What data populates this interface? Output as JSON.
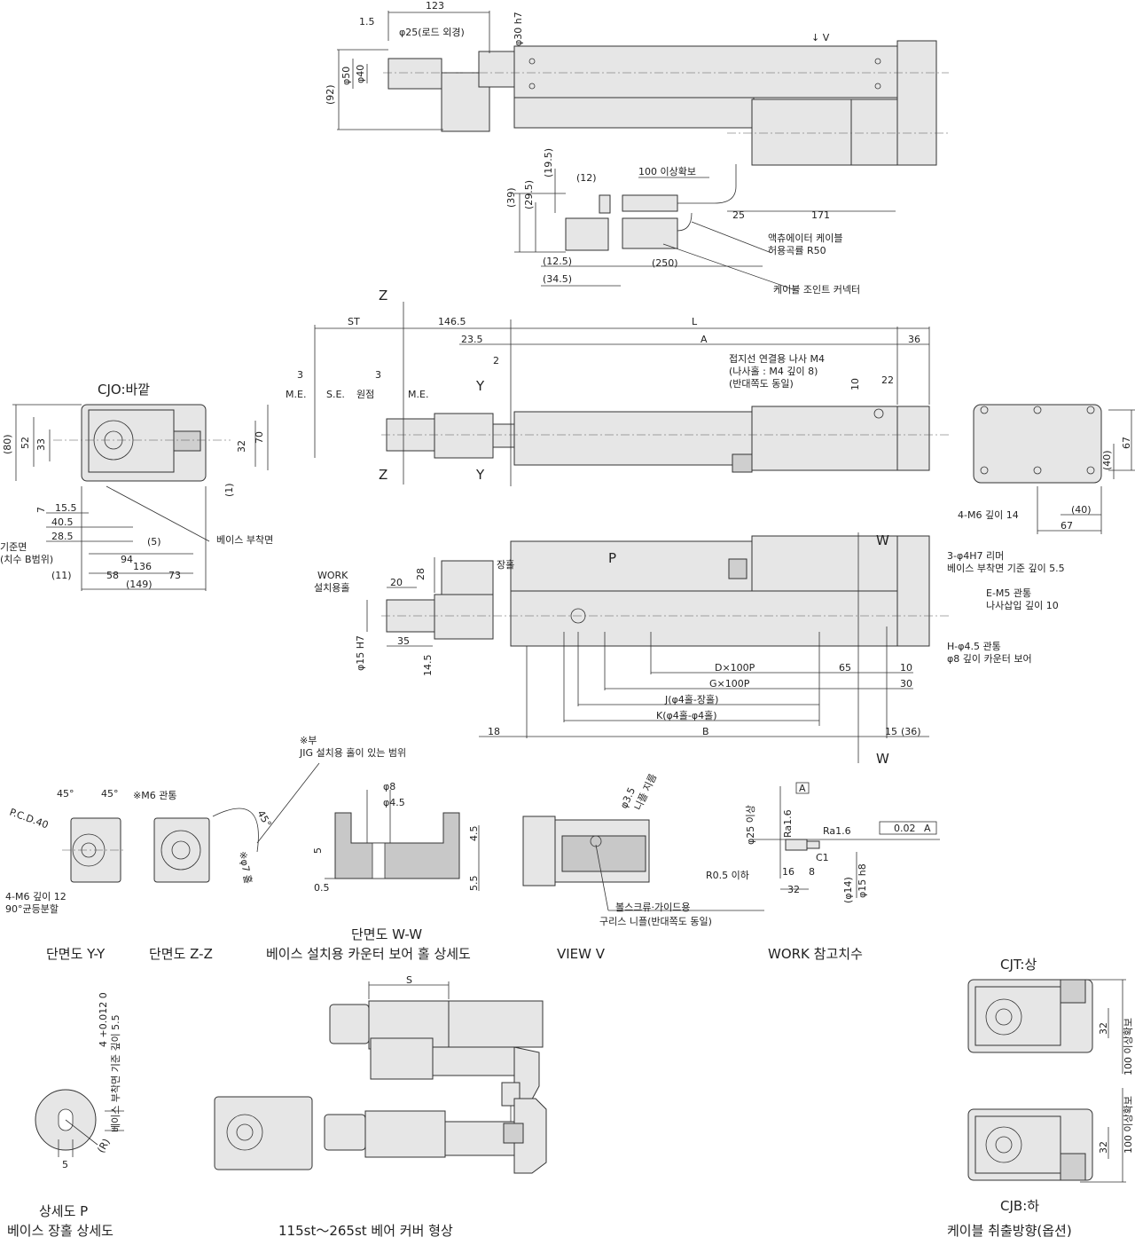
{
  "views": {
    "top_view": {
      "dims": [
        "123",
        "1.5",
        "φ25(로드 외경)",
        "φ30 h7",
        "φ50",
        "φ40",
        "(92)",
        "↓ V"
      ]
    },
    "cable_detail": {
      "dims": [
        "(19.5)",
        "(12)",
        "(39)",
        "(29.5)",
        "(12.5)",
        "(34.5)",
        "(250)",
        "100 이상확보",
        "25",
        "171"
      ],
      "notes": [
        "액츄에이터 케이블",
        "허용곡률 R50",
        "케이블 조인트 커넥터"
      ]
    },
    "side_view": {
      "dims": [
        "ST",
        "146.5",
        "L",
        "23.5",
        "A",
        "36",
        "3",
        "3",
        "2",
        "10",
        "22"
      ],
      "markers": [
        "Z",
        "Z",
        "Y",
        "Y",
        "M.E.",
        "S.E.",
        "원점",
        "M.E."
      ],
      "notes": [
        "접지선 연결용 나사 M4",
        "(나사홀 : M4 깊이 8)",
        "(반대쪽도 동일)"
      ]
    },
    "cjo_view": {
      "title": "CJO:바깥",
      "dims": [
        "(80)",
        "52",
        "33",
        "32",
        "70",
        "(1)",
        "7",
        "15.5",
        "40.5",
        "28.5",
        "(5)",
        "94",
        "58",
        "73",
        "(11)",
        "136",
        "(149)"
      ],
      "notes": [
        "기준면",
        "(치수 B범위)",
        "베이스 부착면"
      ]
    },
    "end_view": {
      "dims": [
        "67",
        "(40)",
        "(40)",
        "67"
      ],
      "notes": [
        "4-M6 깊이 14"
      ]
    },
    "plan_view": {
      "dims": [
        "20",
        "28",
        "35",
        "φ15 H7",
        "14.5",
        "D×100P",
        "65",
        "10",
        "G×100P",
        "30",
        "J(φ4홀-장홀)",
        "K(φ4홀-φ4홀)",
        "18",
        "B",
        "15",
        "(36)",
        "W",
        "W",
        "P"
      ],
      "notes": [
        "장홀",
        "WORK",
        "설치용홀",
        "3-φ4H7 리머",
        "베이스 부착면 기준 깊이 5.5",
        "E-M5 관통",
        "나사삽입 깊이 10",
        "H-φ4.5 관통",
        "φ8 깊이 카운터 보어"
      ]
    },
    "section_yy": {
      "caption": "단면도 Y-Y",
      "dims": [
        "45°",
        "45°",
        "P.C.D.40"
      ],
      "notes": [
        "4-M6 깊이 12",
        "90°균등분할"
      ]
    },
    "section_zz": {
      "caption": "단면도 Z-Z",
      "dims": [
        "45°",
        "※φ7 홀"
      ],
      "notes": [
        "※M6 관통",
        "※부",
        "JIG 설치용 홀이 있는 범위"
      ]
    },
    "section_ww": {
      "caption1": "단면도 W-W",
      "caption2": "베이스 설치용 카운터 보어 홀 상세도",
      "dims": [
        "φ8",
        "φ4.5",
        "5",
        "0.5",
        "4.5",
        "5.5"
      ]
    },
    "view_v": {
      "caption": "VIEW V",
      "dims": [
        "φ3.5",
        "니플 지름"
      ],
      "notes": [
        "볼스크류·가이드용",
        "구리스 니플(반대쪽도 동일)"
      ]
    },
    "work_ref": {
      "caption": "WORK 참고치수",
      "dims": [
        "φ25 이상",
        "Ra1.6",
        "Ra1.6",
        "0.02",
        "A",
        "A",
        "C1",
        "R0.5 이하",
        "16",
        "8",
        "32",
        "(φ14)",
        "φ15 h8"
      ]
    },
    "detail_p": {
      "caption1": "상세도 P",
      "caption2": "베이스 장홀 상세도",
      "dims": [
        "5",
        "(R)",
        "4 +0.012 0",
        "베이스 부착면 기준 깊이 5.5"
      ]
    },
    "bellows": {
      "caption": "115st～265st 베어 커버 형상",
      "dims": [
        "S"
      ]
    },
    "cable_options": {
      "cjt": "CJT:상",
      "cjb": "CJB:하",
      "caption": "케이블 취출방향(옵션)",
      "dims": [
        "32",
        "100 이상확보",
        "32",
        "100 이상확보"
      ]
    }
  }
}
